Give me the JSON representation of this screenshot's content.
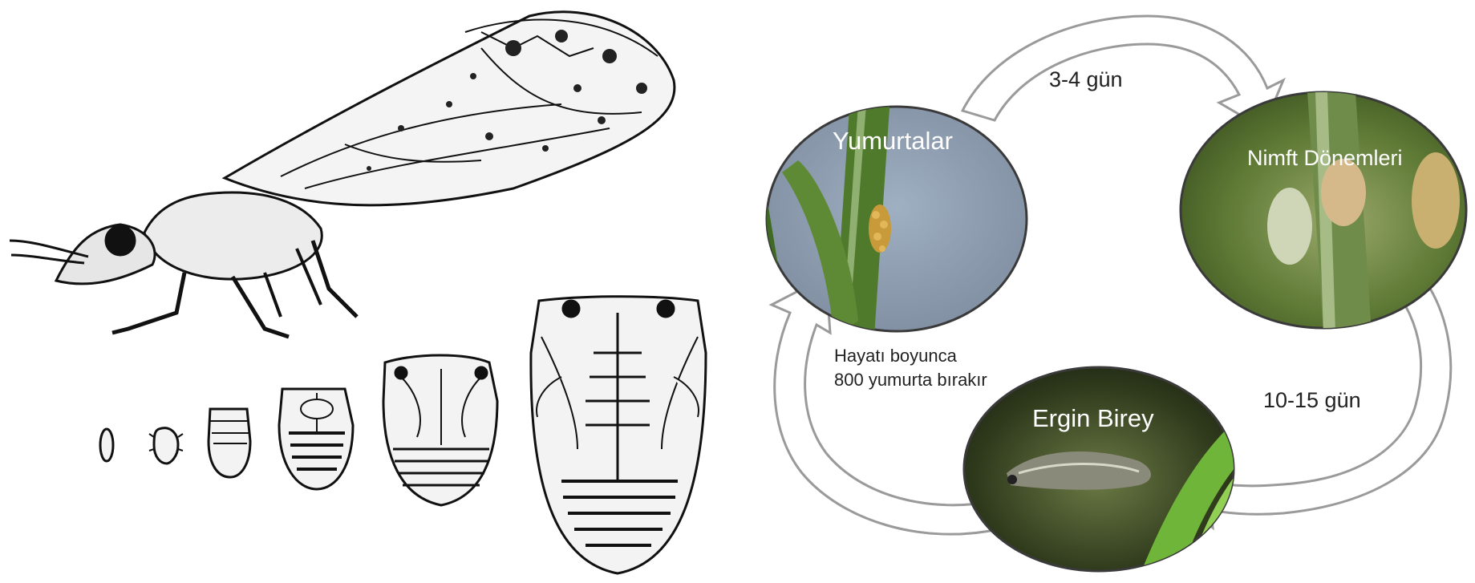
{
  "stages": {
    "eggs": "Yumurtalar",
    "nymph": "Nimft Dönemleri",
    "adult": "Ergin Birey"
  },
  "durations": {
    "egg_to_nymph": "3-4 gün",
    "nymph_to_adult": "10-15 gün"
  },
  "note": {
    "line1": "Hayatı boyunca",
    "line2": "800 yumurta bırakır"
  },
  "colors": {
    "arrow_fill": "#ffffff",
    "arrow_stroke": "#9a9a9a",
    "label_text": "#ffffff",
    "body_text": "#222222"
  }
}
